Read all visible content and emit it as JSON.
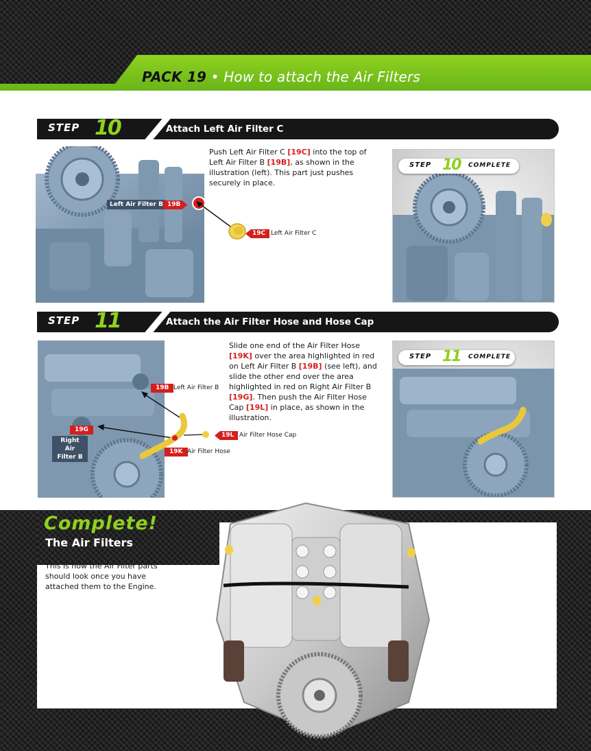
{
  "header": {
    "pack": "PACK 19",
    "separator": "•",
    "title": "How to attach the Air Filters"
  },
  "step10": {
    "step_word": "STEP",
    "number": "10",
    "title": "Attach Left Air Filter C",
    "body": [
      {
        "t": "Push Left Air Filter C "
      },
      {
        "t": "[19C]",
        "ref": true
      },
      {
        "t": " into the top of Left Air Filter B "
      },
      {
        "t": "[19B]",
        "ref": true
      },
      {
        "t": ", as shown in the illustration (left). This part just pushes securely in place."
      }
    ],
    "labels": {
      "left_air_filter_b": "Left Air Filter B",
      "code_19b": "19B",
      "code_19c": "19C",
      "left_air_filter_c": "Left Air Filter C"
    },
    "complete_badge": {
      "step": "STEP",
      "number": "10",
      "word": "COMPLETE"
    }
  },
  "step11": {
    "step_word": "STEP",
    "number": "11",
    "title": "Attach the Air Filter Hose and Hose Cap",
    "body": [
      {
        "t": "Slide one end of the Air Filter Hose "
      },
      {
        "t": "[19K]",
        "ref": true
      },
      {
        "t": " over the area highlighted in red on Left Air Filter B "
      },
      {
        "t": "[19B]",
        "ref": true
      },
      {
        "t": " (see left), and slide the other end over the area highlighted in red on Right Air Filter B "
      },
      {
        "t": "[19G]",
        "ref": true
      },
      {
        "t": ". Then push the Air Filter Hose Cap "
      },
      {
        "t": "[19L]",
        "ref": true
      },
      {
        "t": " in place, as shown in the illustration."
      }
    ],
    "labels": {
      "code_19b": "19B",
      "left_air_filter_b": "Left Air Filter B",
      "code_19g": "19G",
      "right_air_filter_b": "Right Air Filter B",
      "code_19l": "19L",
      "air_filter_hose_cap": "Air Filter Hose Cap",
      "code_19k": "19K",
      "air_filter_hose": "Air Filter Hose"
    },
    "complete_badge": {
      "step": "STEP",
      "number": "11",
      "word": "COMPLETE"
    }
  },
  "complete": {
    "heading": "Complete!",
    "subheading": "The Air Filters",
    "description": "This is how the Air Filter parts should look once you have attached them to the Engine."
  },
  "colors": {
    "accent_green": "#8fd11f",
    "ref_red": "#d41f1f",
    "engine_blue": "#7f98b0",
    "carbon": "#1c1c1c"
  }
}
